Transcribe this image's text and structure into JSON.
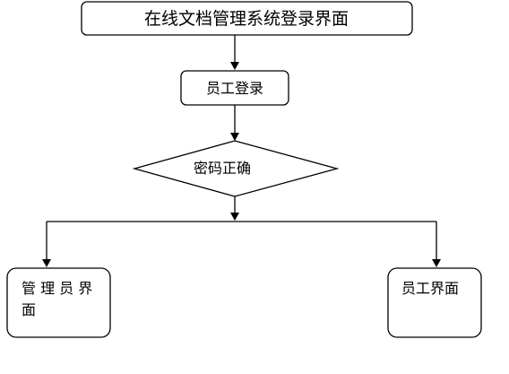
{
  "diagram": {
    "title_box": "在线文档管理系统登录界面",
    "staff_login": "员工登录",
    "password_check": "密码正确",
    "admin_ui_line1": "管 理 员 界",
    "admin_ui_line2": "面",
    "staff_ui": "员工界面"
  },
  "colors": {
    "stroke": "#000000",
    "fill": "#ffffff",
    "text": "#000000"
  }
}
